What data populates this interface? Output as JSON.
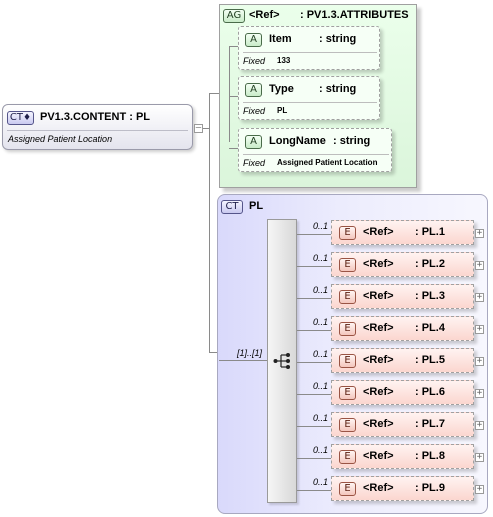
{
  "root": {
    "badge": "CT",
    "name": "PV1.3.CONTENT : PL",
    "description": "Assigned Patient Location"
  },
  "attribute_group": {
    "badge": "AG",
    "ref_label": "<Ref>",
    "name": ": PV1.3.ATTRIBUTES",
    "attributes": [
      {
        "badge": "A",
        "name": "Item",
        "type": ": string",
        "fixed_label": "Fixed",
        "fixed_value": "133"
      },
      {
        "badge": "A",
        "name": "Type",
        "type": ": string",
        "fixed_label": "Fixed",
        "fixed_value": "PL"
      },
      {
        "badge": "A",
        "name": "LongName",
        "type": ": string",
        "fixed_label": "Fixed",
        "fixed_value": "Assigned Patient Location"
      }
    ]
  },
  "complex_type": {
    "badge": "CT",
    "name": "PL",
    "sequence_cardinality": "[1]..[1]",
    "elements": [
      {
        "badge": "E",
        "cardinality": "0..1",
        "ref_label": "<Ref>",
        "name": ": PL.1"
      },
      {
        "badge": "E",
        "cardinality": "0..1",
        "ref_label": "<Ref>",
        "name": ": PL.2"
      },
      {
        "badge": "E",
        "cardinality": "0..1",
        "ref_label": "<Ref>",
        "name": ": PL.3"
      },
      {
        "badge": "E",
        "cardinality": "0..1",
        "ref_label": "<Ref>",
        "name": ": PL.4"
      },
      {
        "badge": "E",
        "cardinality": "0..1",
        "ref_label": "<Ref>",
        "name": ": PL.5"
      },
      {
        "badge": "E",
        "cardinality": "0..1",
        "ref_label": "<Ref>",
        "name": ": PL.6"
      },
      {
        "badge": "E",
        "cardinality": "0..1",
        "ref_label": "<Ref>",
        "name": ": PL.7"
      },
      {
        "badge": "E",
        "cardinality": "0..1",
        "ref_label": "<Ref>",
        "name": ": PL.8"
      },
      {
        "badge": "E",
        "cardinality": "0..1",
        "ref_label": "<Ref>",
        "name": ": PL.9"
      }
    ]
  },
  "icons": {
    "expand": "plus-icon",
    "collapse": "minus-icon",
    "sequence": "sequence-icon"
  }
}
